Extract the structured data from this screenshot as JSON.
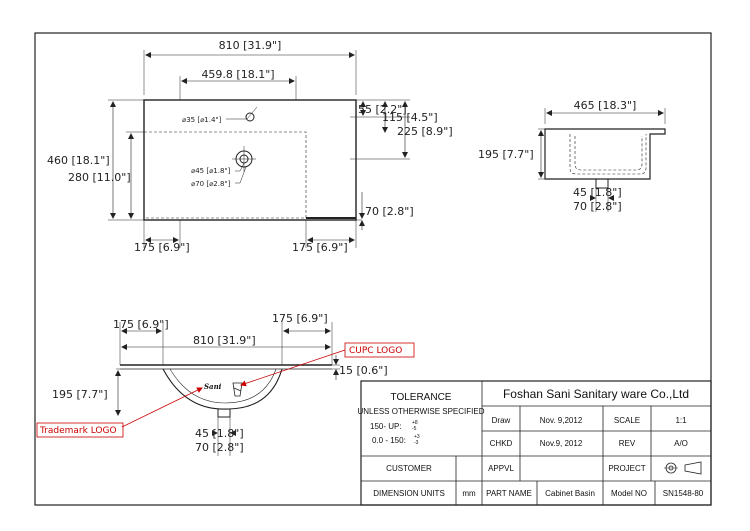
{
  "plan_view": {
    "overall_width": "810 [31.9\"]",
    "faucet_offset": "459.8 [18.1\"]",
    "top_to_faucet": "55 [2.2\"]",
    "rim_to_faucet": "115 [4.5\"]",
    "top_to_drain": "225 [8.9\"]",
    "overall_depth": "460 [18.1\"]",
    "bowl_depth": "280 [11.0\"]",
    "front_lip": "70 [2.8\"]",
    "left_margin": "175 [6.9\"]",
    "right_margin": "175 [6.9\"]",
    "faucet_hole": "⌀35 [⌀1.4\"]",
    "drain_hole_inner": "⌀45 [⌀1.8\"]",
    "drain_hole_outer": "⌀70 [⌀2.8\"]"
  },
  "side_view": {
    "width": "465 [18.3\"]",
    "height": "195 [7.7\"]",
    "drain_dia": "45 [1.8\"]",
    "drain_outer": "70 [2.8\"]"
  },
  "front_view": {
    "left_margin": "175 [6.9\"]",
    "right_margin": "175 [6.9\"]",
    "overall_width": "810 [31.9\"]",
    "height": "195 [7.7\"]",
    "rim_thickness": "15 [0.6\"]",
    "drain_dia": "45 [1.8\"]",
    "drain_outer": "70 [2.8\"]",
    "logo_mark": "Sani"
  },
  "callouts": {
    "cupc": "CUPC LOGO",
    "trademark": "Trademark LOGO"
  },
  "title_block": {
    "tolerance_title": "TOLERANCE",
    "unless": "UNLESS OTHERWISE SPECIFIED",
    "tol1": "150- UP:",
    "tol1_plus": "+8",
    "tol1_minus": "-5",
    "tol2": "0.0 - 150:",
    "tol2_plus": "+3",
    "tol2_minus": "-3",
    "company": "Foshan Sani Sanitary ware Co.,Ltd",
    "draw_label": "Draw",
    "draw_date": "Nov. 9,2012",
    "scale_label": "SCALE",
    "scale_value": "1:1",
    "chkd_label": "CHKD",
    "chkd_date": "Nov.9, 2012",
    "rev_label": "REV",
    "rev_value": "A/O",
    "customer_label": "CUSTOMER",
    "appvl_label": "APPVL",
    "project_label": "PROJECT",
    "dim_units_label": "DIMENSION UNITS",
    "dim_units_value": "mm",
    "part_name_label": "PART NAME",
    "part_name_value": "Cabinet Basin",
    "model_no_label": "Model NO",
    "model_no_value": "SN1548-80"
  }
}
